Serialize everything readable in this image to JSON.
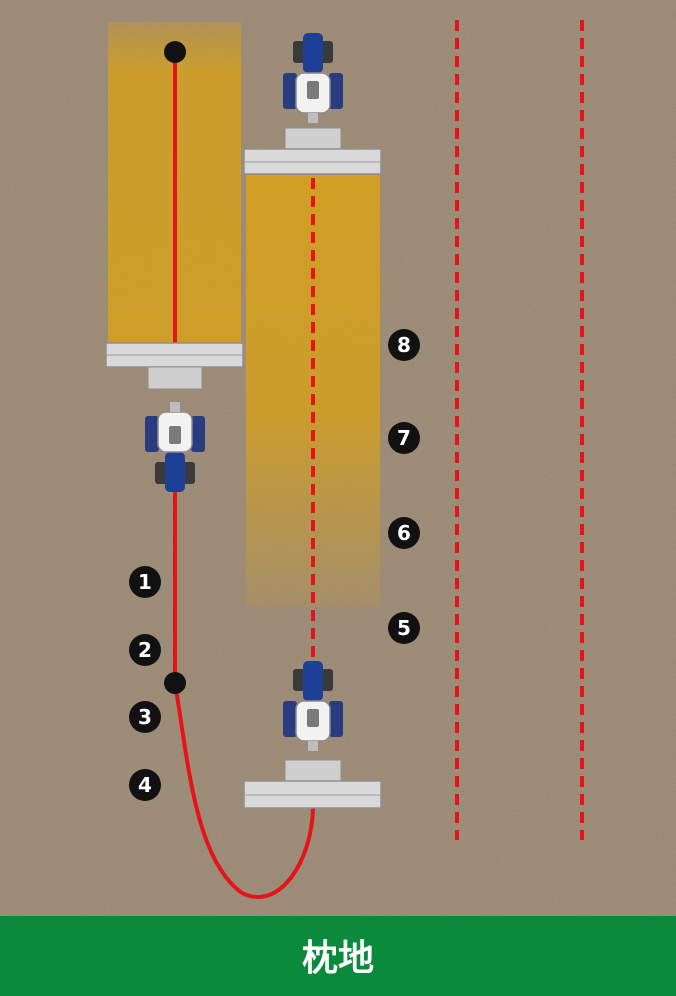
{
  "footer": {
    "label": "枕地",
    "color": "#0b8a3c"
  },
  "steps": [
    "1",
    "2",
    "3",
    "4",
    "5",
    "6",
    "7",
    "8"
  ],
  "colors": {
    "soil": "#9c8b75",
    "worked_strip": "#d4a020",
    "path_line": "#e5141b",
    "tractor_body": "#1d3f96",
    "implement": "#c9c9c9",
    "marker": "#111111"
  }
}
